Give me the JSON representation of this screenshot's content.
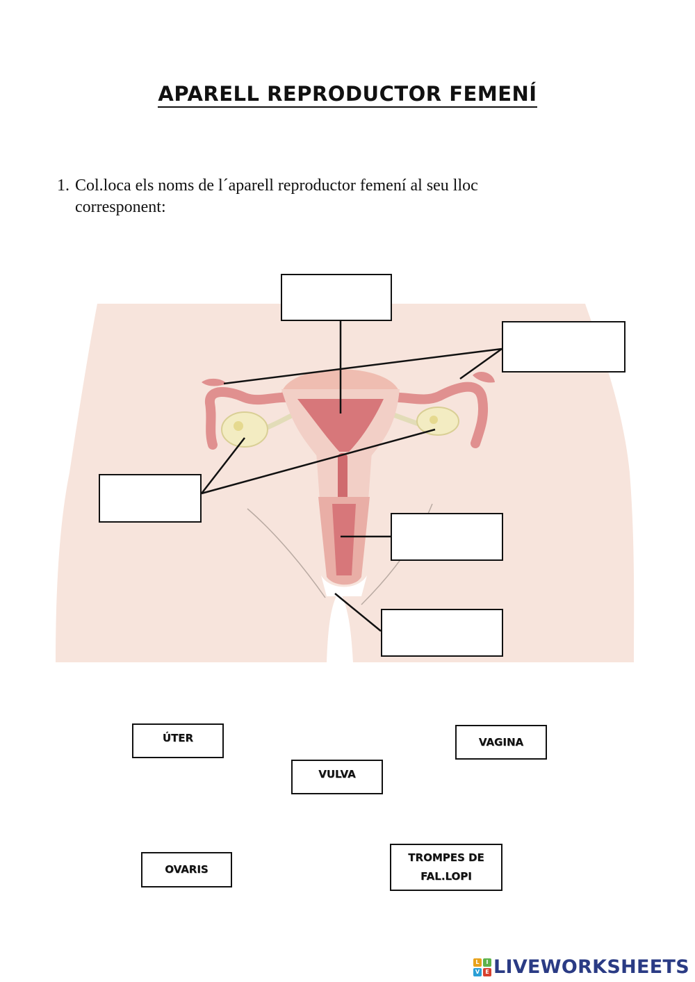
{
  "title": "APARELL REPRODUCTOR FEMENÍ",
  "instruction": {
    "number": "1.",
    "text": "Col.loca els noms de l´aparell reproductor femení al seu lloc corresponent:"
  },
  "diagram": {
    "answer_boxes": [
      "",
      "",
      "",
      "",
      ""
    ],
    "colors": {
      "skin": "#f7e4dc",
      "organ_outer": "#f2cfc6",
      "organ_mid": "#e9aea6",
      "organ_dark": "#cf6b6e",
      "ovary": "#f3ecc2",
      "ligament": "#e2dcb8",
      "line": "#111111"
    }
  },
  "word_bank": {
    "uter": "ÚTER",
    "vagina": "VAGINA",
    "vulva": "VULVA",
    "ovaris": "OVARIS",
    "trompes_line1": "TROMPES DE",
    "trompes_line2": "FAL.LOPI"
  },
  "branding": {
    "text": "LIVEWORKSHEETS",
    "logo_letters": [
      "L",
      "I",
      "V",
      "E"
    ],
    "logo_colors": [
      "#e8a21c",
      "#5db34c",
      "#2b9fd6",
      "#d8412f"
    ]
  }
}
